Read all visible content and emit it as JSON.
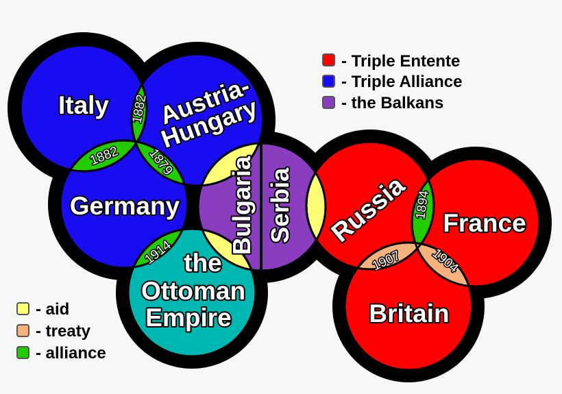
{
  "colors": {
    "triple_entente": "#ff0000",
    "triple_alliance": "#1a0cf0",
    "balkans": "#8a3dbf",
    "ottoman": "#00b8b2",
    "aid": "#ffff77",
    "treaty": "#f6b27c",
    "alliance": "#22cc00",
    "background": "#f7f7f7"
  },
  "countries": {
    "italy": "Italy",
    "austria_line1": "Austria-",
    "austria_line2": "Hungary",
    "germany": "Germany",
    "bulgaria": "Bulgaria",
    "serbia": "Serbia",
    "ottoman_line1": "the",
    "ottoman_line2": "Ottoman",
    "ottoman_line3": "Empire",
    "russia": "Russia",
    "france": "France",
    "britain": "Britain"
  },
  "links": {
    "italy_austria": "1882",
    "italy_germany": "1882",
    "germany_austria": "1879",
    "germany_ottoman": "1914",
    "russia_france": "1894",
    "russia_britain": "1907",
    "france_britain": "1904"
  },
  "legend_blocs": [
    {
      "label": "- Triple Entente",
      "color": "#ff0000"
    },
    {
      "label": "- Triple Alliance",
      "color": "#1a0cf0"
    },
    {
      "label": "- the Balkans",
      "color": "#8a3dbf"
    }
  ],
  "legend_relations": [
    {
      "label": "- aid",
      "color": "#ffff77"
    },
    {
      "label": "- treaty",
      "color": "#f6b27c"
    },
    {
      "label": "- alliance",
      "color": "#22cc00"
    }
  ]
}
